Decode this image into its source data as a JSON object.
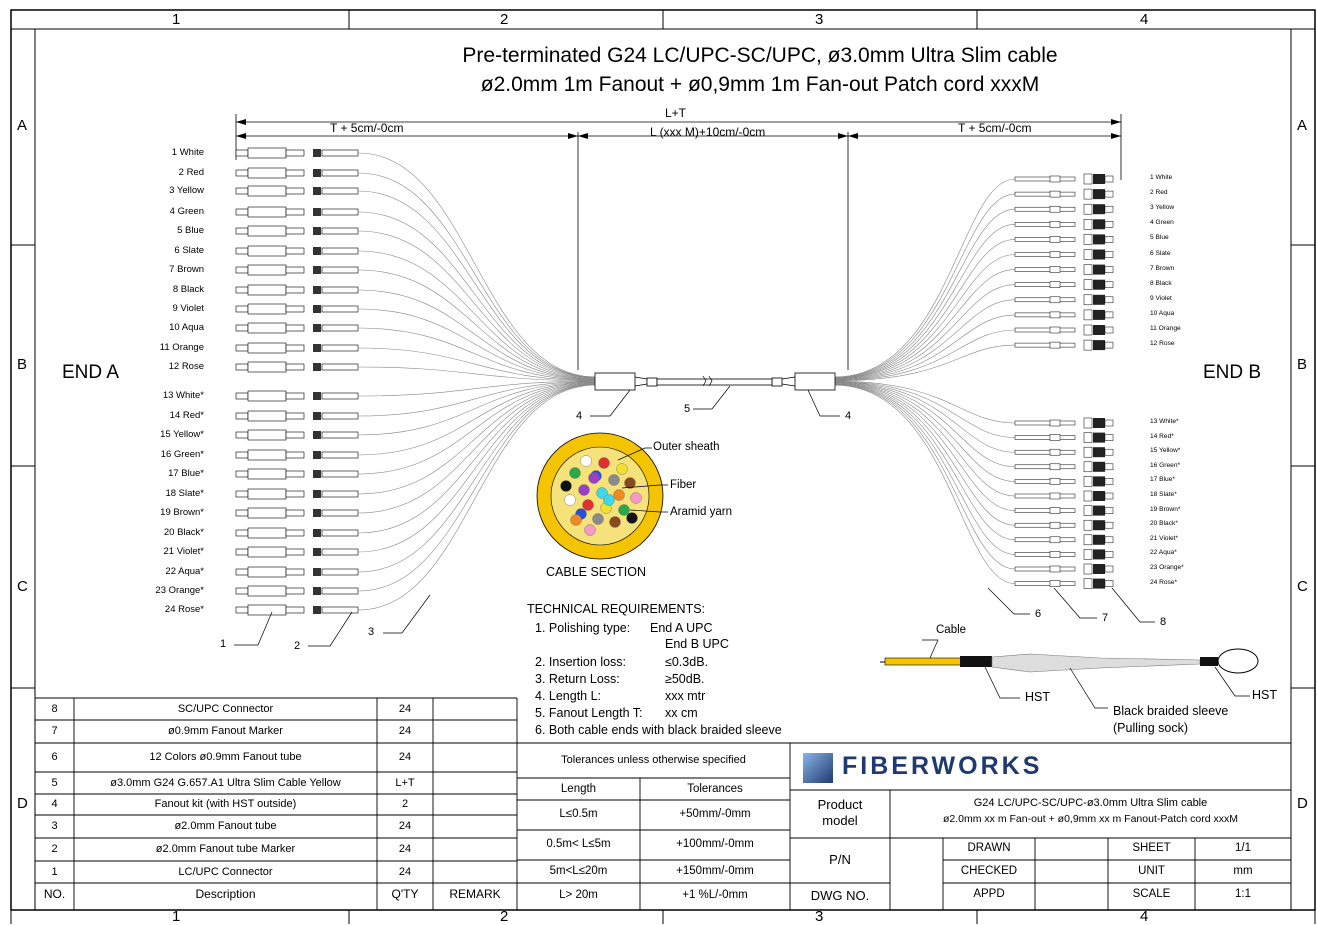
{
  "zones": {
    "columns": [
      "1",
      "2",
      "3",
      "4"
    ],
    "rows": [
      "A",
      "B",
      "C",
      "D"
    ]
  },
  "title": {
    "line1": "Pre-terminated G24 LC/UPC-SC/UPC, ø3.0mm Ultra Slim cable",
    "line2": "ø2.0mm 1m Fanout + ø0,9mm 1m Fan-out Patch cord xxxM"
  },
  "dimensions": {
    "total": "L+T",
    "left_fanout": "T + 5cm/-0cm",
    "main": "L (xxx M)+10cm/-0cm",
    "right_fanout": "T + 5cm/-0cm"
  },
  "ends": {
    "a": "END A",
    "b": "END B"
  },
  "end_a_labels": [
    "1 White",
    "2 Red",
    "3 Yellow",
    "4 Green",
    "5 Blue",
    "6 Slate",
    "7 Brown",
    "8 Black",
    "9 Violet",
    "10 Aqua",
    "11 Orange",
    "12 Rose",
    "13 White*",
    "14 Red*",
    "15 Yellow*",
    "16 Green*",
    "17 Blue*",
    "18 Slate*",
    "19 Brown*",
    "20 Black*",
    "21 Violet*",
    "22 Aqua*",
    "23 Orange*",
    "24 Rose*"
  ],
  "end_b_labels": [
    "1 White",
    "2 Red",
    "3 Yellow",
    "4 Green",
    "5 Blue",
    "6 Slate",
    "7 Brown",
    "8 Black",
    "9 Violet",
    "10 Aqua",
    "11 Orange",
    "12 Rose",
    "13 White*",
    "14 Red*",
    "15 Yellow*",
    "16 Green*",
    "17 Blue*",
    "18 Slate*",
    "19 Brown*",
    "20 Black*",
    "21 Violet*",
    "22 Aqua*",
    "23 Orange*",
    "24 Rose*"
  ],
  "callouts": {
    "c1": "1",
    "c2": "2",
    "c3": "3",
    "c4a": "4",
    "c4b": "4",
    "c5": "5",
    "c6": "6",
    "c7": "7",
    "c8": "8"
  },
  "cable_section": {
    "outer_sheath": "Outer sheath",
    "fiber": "Fiber",
    "aramid": "Aramid yarn",
    "caption": "CABLE  SECTION",
    "fiber_colors": [
      "#ffffff",
      "#e03030",
      "#f2e030",
      "#2aa84a",
      "#2a4fd8",
      "#8a8a8a",
      "#8a4a1e",
      "#111111",
      "#9a40c8",
      "#40d8e8",
      "#f08a20",
      "#f59ac8",
      "#ffffff",
      "#e03030",
      "#f2e030",
      "#2aa84a",
      "#2a4fd8",
      "#8a8a8a",
      "#8a4a1e",
      "#111111",
      "#9a40c8",
      "#40d8e8",
      "#f08a20",
      "#f59ac8"
    ]
  },
  "requirements": {
    "heading": "TECHNICAL REQUIREMENTS:",
    "r1_label": "1.  Polishing type:",
    "r1_value": "End A UPC",
    "r1_value2": "End B UPC",
    "r2_label": "2. Insertion loss:",
    "r2_value": "≤0.3dB.",
    "r3_label": "3. Return Loss:",
    "r3_value": "≥50dB.",
    "r4_label": "4. Length L:",
    "r4_value": "xxx mtr",
    "r5_label": "5. Fanout Length T:",
    "r5_value": "xx cm",
    "r6": "6. Both cable ends with black braided sleeve"
  },
  "pulling_sock": {
    "cable": "Cable",
    "hst_left": "HST",
    "hst_right": "HST",
    "sleeve": "Black braided sleeve",
    "sleeve2": "(Pulling sock)"
  },
  "bom": {
    "rows": [
      {
        "no": "8",
        "desc": "SC/UPC Connector",
        "qty": "24"
      },
      {
        "no": "7",
        "desc": "ø0.9mm Fanout Marker",
        "qty": "24"
      },
      {
        "no": "6",
        "desc": "12 Colors ø0.9mm Fanout tube",
        "qty": "24"
      },
      {
        "no": "5",
        "desc": "ø3.0mm G24 G.657.A1 Ultra Slim Cable Yellow",
        "qty": "L+T"
      },
      {
        "no": "4",
        "desc": "Fanout kit (with HST outside)",
        "qty": "2"
      },
      {
        "no": "3",
        "desc": "ø2.0mm Fanout tube",
        "qty": "24"
      },
      {
        "no": "2",
        "desc": "ø2.0mm Fanout tube Marker",
        "qty": "24"
      },
      {
        "no": "1",
        "desc": "LC/UPC Connector",
        "qty": "24"
      }
    ],
    "header": {
      "no": "NO.",
      "desc": "Description",
      "qty": "Q'TY",
      "remark": "REMARK"
    }
  },
  "tolerances": {
    "title": "Tolerances unless otherwise specified",
    "col1": "Length",
    "col2": "Tolerances",
    "rows": [
      {
        "length": "L≤0.5m",
        "tol": "+50mm/-0mm"
      },
      {
        "length": "0.5m< L≤5m",
        "tol": "+100mm/-0mm"
      },
      {
        "length": "5m<L≤20m",
        "tol": "+150mm/-0mm"
      },
      {
        "length": "L> 20m",
        "tol": "+1 %L/-0mm"
      }
    ]
  },
  "title_block": {
    "logo": "FIBERWORKS",
    "product_model_label": "Product\nmodel",
    "product_model_line1": "G24 LC/UPC-SC/UPC-ø3.0mm Ultra Slim cable",
    "product_model_line2": "ø2.0mm xx m Fan-out + ø0,9mm xx m Fanout-Patch cord xxxM",
    "pn_label": "P/N",
    "dwg_label": "DWG NO.",
    "drawn": "DRAWN",
    "checked": "CHECKED",
    "appd": "APPD",
    "sheet_label": "SHEET",
    "sheet_value": "1/1",
    "unit_label": "UNIT",
    "unit_value": "mm",
    "scale_label": "SCALE",
    "scale_value": "1:1"
  },
  "colors": {
    "cable_yellow": "#f5c400",
    "aramid": "#f6e27a",
    "logo_blue": "#1f3a6e"
  }
}
